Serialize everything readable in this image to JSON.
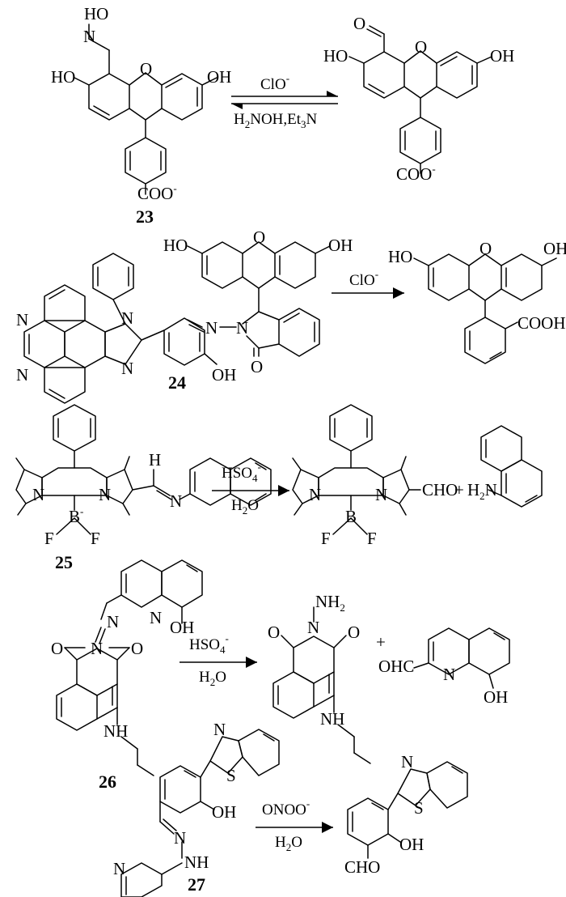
{
  "reactions": [
    {
      "compound_number": "23",
      "reagent_forward": "ClO",
      "reagent_forward_charge": "-",
      "reagent_reverse_parts": [
        "H",
        "2",
        "NOH,Et",
        "3",
        "N"
      ],
      "reactant_labels": {
        "oxime": "HO",
        "oxime_n": "N",
        "left_oh": "HO",
        "right_oh": "OH",
        "ring_o": "O",
        "carboxylate": "COO",
        "charge": "-"
      },
      "product_labels": {
        "aldehyde_o": "O",
        "left_oh": "HO",
        "right_oh": "OH",
        "ring_o": "O",
        "carboxylate": "COO",
        "charge": "-"
      }
    },
    {
      "compound_number": "24",
      "reagent": "ClO",
      "reagent_charge": "-",
      "reactant_labels": {
        "left_oh": "HO",
        "right_oh": "OH",
        "ring_o": "O",
        "n1": "N",
        "n2": "N",
        "imid_n1": "N",
        "imid_n2": "N",
        "hydrazone_n": "N",
        "amide_n": "N",
        "amide_o": "O",
        "phenol": "OH"
      },
      "product_labels": {
        "left_oh": "HO",
        "right_oh": "OH",
        "ring_o": "O",
        "acid": "COOH"
      }
    },
    {
      "compound_number": "25",
      "reagent_top": "HSO",
      "reagent_top_sub": "4",
      "reagent_top_charge": "-",
      "reagent_bottom": "H",
      "reagent_bottom_sub": "2",
      "reagent_bottom_tail": "O",
      "reactant_labels": {
        "h": "H",
        "n_imine": "N",
        "n_left": "N",
        "n_right": "N",
        "boron": "B",
        "boron_charge": "-",
        "f1": "F",
        "f2": "F"
      },
      "product_labels": {
        "n_left": "N",
        "n_right": "N",
        "boron": "B",
        "f1": "F",
        "f2": "F",
        "aldehyde": "CHO",
        "plus": "+",
        "amine": "H",
        "amine_sub": "2",
        "amine_tail": "N"
      }
    },
    {
      "compound_number": "26",
      "reagent_top": "HSO",
      "reagent_top_sub": "4",
      "reagent_top_charge": "-",
      "reagent_bottom": "H",
      "reagent_bottom_sub": "2",
      "reagent_bottom_tail": "O",
      "reactant_labels": {
        "n_imine": "N",
        "n_quin": "N",
        "oh": "OH",
        "n_imide": "N",
        "o1": "O",
        "o2": "O",
        "nh": "NH"
      },
      "product_labels": {
        "nh2": "NH",
        "nh2_sub": "2",
        "n_imide": "N",
        "o1": "O",
        "o2": "O",
        "nh": "NH",
        "plus": "+",
        "ohc": "OHC",
        "n_quin": "N",
        "oh": "OH"
      }
    },
    {
      "compound_number": "27",
      "reagent_top": "ONOO",
      "reagent_top_charge": "-",
      "reagent_bottom": "H",
      "reagent_bottom_sub": "2",
      "reagent_bottom_tail": "O",
      "reactant_labels": {
        "n_thz": "N",
        "s": "S",
        "oh": "OH",
        "n1": "N",
        "nh": "NH",
        "n_py": "N"
      },
      "product_labels": {
        "n_thz": "N",
        "s": "S",
        "oh": "OH",
        "cho": "CHO"
      }
    }
  ]
}
